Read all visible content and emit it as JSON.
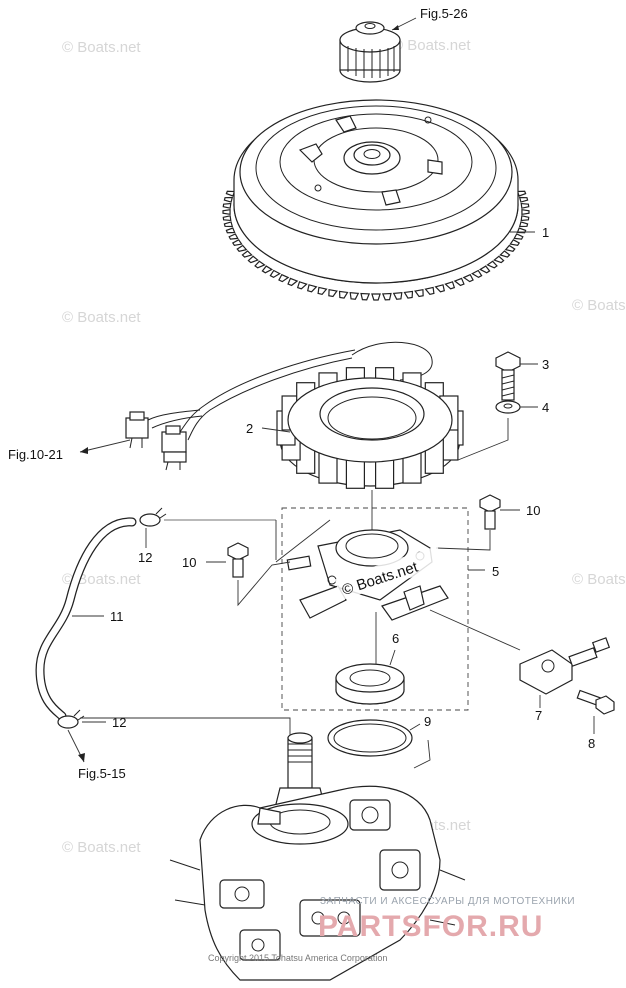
{
  "figure_refs": {
    "top": "Fig.5-26",
    "left_wire": "Fig.10-21",
    "bottom_hose": "Fig.5-15"
  },
  "callouts": {
    "c1": "1",
    "c2": "2",
    "c3": "3",
    "c4": "4",
    "c5": "5",
    "c6": "6",
    "c7": "7",
    "c8": "8",
    "c9": "9",
    "c10a": "10",
    "c10b": "10",
    "c11": "11",
    "c12a": "12",
    "c12b": "12"
  },
  "watermarks": {
    "text": "© Boats.net",
    "center_text": "© Boats.net"
  },
  "branding": {
    "tagline": "ЗАПЧАСТИ И АКСЕССУАРЫ ДЛЯ МОТОТЕХНИКИ",
    "site": "PARTSFOR.RU",
    "copyright": "Copyright 2015 Tohatsu America Corporation"
  },
  "colors": {
    "line": "#222222",
    "watermark": "#d6d6d6",
    "brand_red": "#e4a9ad"
  }
}
